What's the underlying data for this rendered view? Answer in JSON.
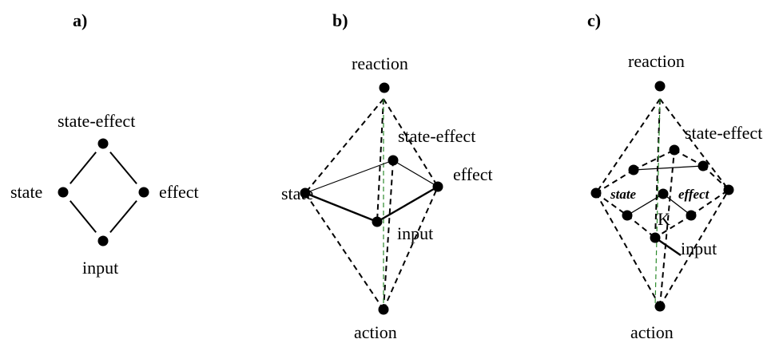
{
  "panels": [
    {
      "label": "a)",
      "nodes": {
        "state_effect": "state-effect",
        "state": "state",
        "effect": "effect",
        "input": "input"
      }
    },
    {
      "label": "b)",
      "nodes": {
        "reaction": "reaction",
        "state_effect": "state-effect",
        "state": "state",
        "effect": "effect",
        "input": "input",
        "action": "action"
      }
    },
    {
      "label": "c)",
      "nodes": {
        "reaction": "reaction",
        "state_effect": "state-effect",
        "state": "state",
        "effect": "effect",
        "k": "K",
        "input": "input",
        "action": "action"
      }
    }
  ],
  "colors": {
    "node": "#000000",
    "edge": "#000000",
    "accent_edge": "#2e8b2e"
  }
}
